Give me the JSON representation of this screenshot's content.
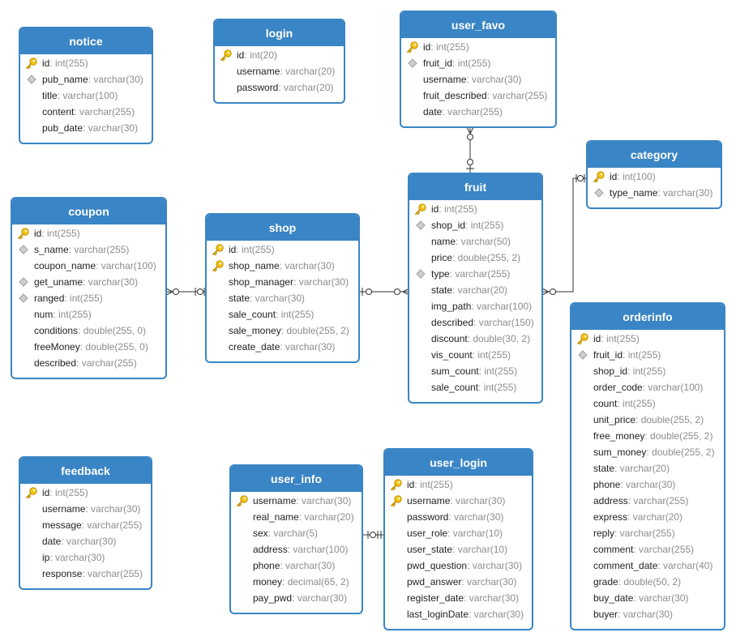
{
  "tables": {
    "notice": {
      "title": "notice",
      "fields": [
        {
          "name": "id",
          "type": ": int(255)",
          "icon": "key-icon"
        },
        {
          "name": "pub_name",
          "type": ": varchar(30)",
          "icon": "diamond-icon"
        },
        {
          "name": "title",
          "type": ": varchar(100)",
          "icon": ""
        },
        {
          "name": "content",
          "type": ": varchar(255)",
          "icon": ""
        },
        {
          "name": "pub_date",
          "type": ": varchar(30)",
          "icon": ""
        }
      ]
    },
    "login": {
      "title": "login",
      "fields": [
        {
          "name": "id",
          "type": ": int(20)",
          "icon": "key-icon"
        },
        {
          "name": "username",
          "type": ": varchar(20)",
          "icon": ""
        },
        {
          "name": "password",
          "type": ": varchar(20)",
          "icon": ""
        }
      ]
    },
    "user_favo": {
      "title": "user_favo",
      "fields": [
        {
          "name": "id",
          "type": ": int(255)",
          "icon": "key-icon"
        },
        {
          "name": "fruit_id",
          "type": ": int(255)",
          "icon": "diamond-icon"
        },
        {
          "name": "username",
          "type": ": varchar(30)",
          "icon": ""
        },
        {
          "name": "fruit_described",
          "type": ": varchar(255)",
          "icon": ""
        },
        {
          "name": "date",
          "type": ": varchar(255)",
          "icon": ""
        }
      ]
    },
    "category": {
      "title": "category",
      "fields": [
        {
          "name": "id",
          "type": ": int(100)",
          "icon": "key-icon"
        },
        {
          "name": "type_name",
          "type": ": varchar(30)",
          "icon": "diamond-icon"
        }
      ]
    },
    "coupon": {
      "title": "coupon",
      "fields": [
        {
          "name": "id",
          "type": ": int(255)",
          "icon": "key-icon"
        },
        {
          "name": "s_name",
          "type": ": varchar(255)",
          "icon": "diamond-icon"
        },
        {
          "name": "coupon_name",
          "type": ": varchar(100)",
          "icon": ""
        },
        {
          "name": "get_uname",
          "type": ": varchar(30)",
          "icon": "diamond-icon"
        },
        {
          "name": "ranged",
          "type": ": int(255)",
          "icon": "diamond-icon"
        },
        {
          "name": "num",
          "type": ": int(255)",
          "icon": ""
        },
        {
          "name": "conditions",
          "type": ": double(255, 0)",
          "icon": ""
        },
        {
          "name": "freeMoney",
          "type": ": double(255, 0)",
          "icon": ""
        },
        {
          "name": "described",
          "type": ": varchar(255)",
          "icon": ""
        }
      ]
    },
    "shop": {
      "title": "shop",
      "fields": [
        {
          "name": "id",
          "type": ": int(255)",
          "icon": "key-icon"
        },
        {
          "name": "shop_name",
          "type": ": varchar(30)",
          "icon": "key-icon"
        },
        {
          "name": "shop_manager",
          "type": ": varchar(30)",
          "icon": ""
        },
        {
          "name": "state",
          "type": ": varchar(30)",
          "icon": ""
        },
        {
          "name": "sale_count",
          "type": ": int(255)",
          "icon": ""
        },
        {
          "name": "sale_money",
          "type": ": double(255, 2)",
          "icon": ""
        },
        {
          "name": "create_date",
          "type": ": varchar(30)",
          "icon": ""
        }
      ]
    },
    "fruit": {
      "title": "fruit",
      "fields": [
        {
          "name": "id",
          "type": ": int(255)",
          "icon": "key-icon"
        },
        {
          "name": "shop_id",
          "type": ": int(255)",
          "icon": "diamond-icon"
        },
        {
          "name": "name",
          "type": ": varchar(50)",
          "icon": ""
        },
        {
          "name": "price",
          "type": ": double(255, 2)",
          "icon": ""
        },
        {
          "name": "type",
          "type": ": varchar(255)",
          "icon": "diamond-icon"
        },
        {
          "name": "state",
          "type": ": varchar(20)",
          "icon": ""
        },
        {
          "name": "img_path",
          "type": ": varchar(100)",
          "icon": ""
        },
        {
          "name": "described",
          "type": ": varchar(150)",
          "icon": ""
        },
        {
          "name": "discount",
          "type": ": double(30, 2)",
          "icon": ""
        },
        {
          "name": "vis_count",
          "type": ": int(255)",
          "icon": ""
        },
        {
          "name": "sum_count",
          "type": ": int(255)",
          "icon": ""
        },
        {
          "name": "sale_count",
          "type": ": int(255)",
          "icon": ""
        }
      ]
    },
    "orderinfo": {
      "title": "orderinfo",
      "fields": [
        {
          "name": "id",
          "type": ": int(255)",
          "icon": "key-icon"
        },
        {
          "name": "fruit_id",
          "type": ": int(255)",
          "icon": "diamond-icon"
        },
        {
          "name": "shop_id",
          "type": ": int(255)",
          "icon": ""
        },
        {
          "name": "order_code",
          "type": ": varchar(100)",
          "icon": ""
        },
        {
          "name": "count",
          "type": ": int(255)",
          "icon": ""
        },
        {
          "name": "unit_price",
          "type": ": double(255, 2)",
          "icon": ""
        },
        {
          "name": "free_money",
          "type": ": double(255, 2)",
          "icon": ""
        },
        {
          "name": "sum_money",
          "type": ": double(255, 2)",
          "icon": ""
        },
        {
          "name": "state",
          "type": ": varchar(20)",
          "icon": ""
        },
        {
          "name": "phone",
          "type": ": varchar(30)",
          "icon": ""
        },
        {
          "name": "address",
          "type": ": varchar(255)",
          "icon": ""
        },
        {
          "name": "express",
          "type": ": varchar(20)",
          "icon": ""
        },
        {
          "name": "reply",
          "type": ": varchar(255)",
          "icon": ""
        },
        {
          "name": "comment",
          "type": ": varchar(255)",
          "icon": ""
        },
        {
          "name": "comment_date",
          "type": ": varchar(40)",
          "icon": ""
        },
        {
          "name": "grade",
          "type": ": double(50, 2)",
          "icon": ""
        },
        {
          "name": "buy_date",
          "type": ": varchar(30)",
          "icon": ""
        },
        {
          "name": "buyer",
          "type": ": varchar(30)",
          "icon": ""
        }
      ]
    },
    "feedback": {
      "title": "feedback",
      "fields": [
        {
          "name": "id",
          "type": ": int(255)",
          "icon": "key-icon"
        },
        {
          "name": "username",
          "type": ": varchar(30)",
          "icon": ""
        },
        {
          "name": "message",
          "type": ": varchar(255)",
          "icon": ""
        },
        {
          "name": "date",
          "type": ": varchar(30)",
          "icon": ""
        },
        {
          "name": "ip",
          "type": ": varchar(30)",
          "icon": ""
        },
        {
          "name": "response",
          "type": ": varchar(255)",
          "icon": ""
        }
      ]
    },
    "user_info": {
      "title": "user_info",
      "fields": [
        {
          "name": "username",
          "type": ": varchar(30)",
          "icon": "key-icon"
        },
        {
          "name": "real_name",
          "type": ": varchar(20)",
          "icon": ""
        },
        {
          "name": "sex",
          "type": ": varchar(5)",
          "icon": ""
        },
        {
          "name": "address",
          "type": ": varchar(100)",
          "icon": ""
        },
        {
          "name": "phone",
          "type": ": varchar(30)",
          "icon": ""
        },
        {
          "name": "money",
          "type": ": decimal(65, 2)",
          "icon": ""
        },
        {
          "name": "pay_pwd",
          "type": ": varchar(30)",
          "icon": ""
        }
      ]
    },
    "user_login": {
      "title": "user_login",
      "fields": [
        {
          "name": "id",
          "type": ": int(255)",
          "icon": "key-icon"
        },
        {
          "name": "username",
          "type": ": varchar(30)",
          "icon": "key-icon"
        },
        {
          "name": "password",
          "type": ": varchar(30)",
          "icon": ""
        },
        {
          "name": "user_role",
          "type": ": varchar(10)",
          "icon": ""
        },
        {
          "name": "user_state",
          "type": ": varchar(10)",
          "icon": ""
        },
        {
          "name": "pwd_question",
          "type": ": varchar(30)",
          "icon": ""
        },
        {
          "name": "pwd_answer",
          "type": ": varchar(30)",
          "icon": ""
        },
        {
          "name": "register_date",
          "type": ": varchar(30)",
          "icon": ""
        },
        {
          "name": "last_loginDate",
          "type": ": varchar(30)",
          "icon": ""
        }
      ]
    }
  },
  "colors": {
    "header": "#3a85c5",
    "border": "#3a85c5",
    "field_name": "#222222",
    "field_type": "#8c8c8c",
    "connector": "#333333",
    "key": "#e8b90f",
    "diamond": "#c4c4c4"
  }
}
